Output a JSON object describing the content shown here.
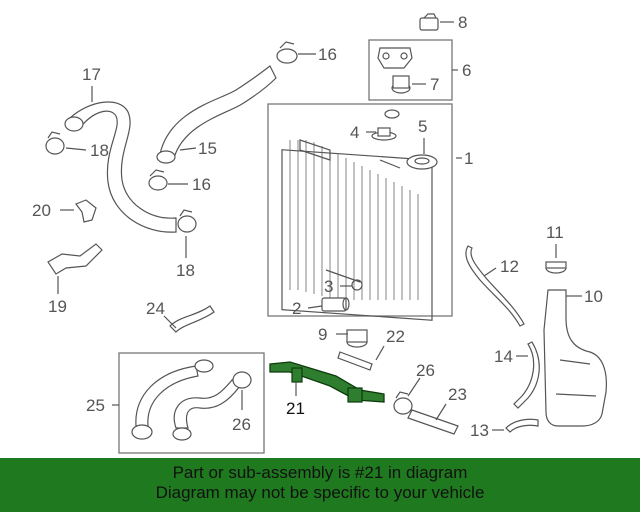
{
  "callouts": {
    "c1": "1",
    "c2": "2",
    "c3": "3",
    "c4": "4",
    "c5": "5",
    "c6": "6",
    "c7": "7",
    "c8": "8",
    "c9": "9",
    "c10": "10",
    "c11": "11",
    "c12": "12",
    "c13": "13",
    "c14": "14",
    "c15": "15",
    "c16a": "16",
    "c16b": "16",
    "c17": "17",
    "c18a": "18",
    "c18b": "18",
    "c19": "19",
    "c20": "20",
    "c21": "21",
    "c22": "22",
    "c23": "23",
    "c24": "24",
    "c25": "25",
    "c26a": "26",
    "c26b": "26"
  },
  "banner": {
    "line1": "Part or sub-assembly is #21 in diagram",
    "line2": "Diagram may not be specific to your vehicle"
  },
  "colors": {
    "banner_bg": "#1f7a1f",
    "highlight": "#1f6e1f",
    "line_art": "#555555"
  }
}
